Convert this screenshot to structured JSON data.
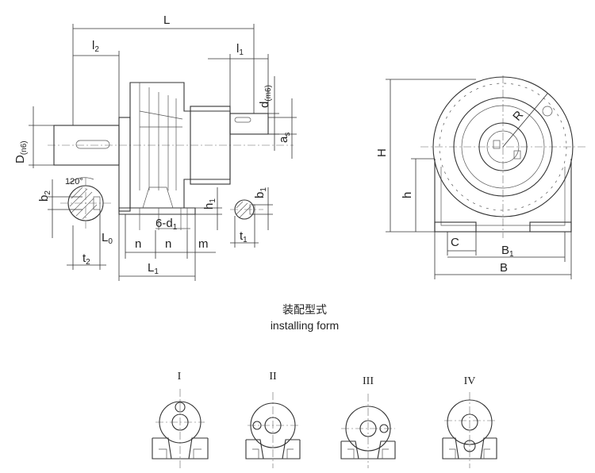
{
  "side_view": {
    "labels": {
      "L": "L",
      "l2": "l",
      "l2_sub": "2",
      "l1": "l",
      "l1_sub": "1",
      "D": "D",
      "D_sub": "(n6)",
      "d": "d",
      "d_sub": "(m6)",
      "as": "a",
      "as_sub": "s",
      "b2": "b",
      "b2_sub": "2",
      "angle": "120°",
      "h1": "h",
      "h1_sub": "1",
      "b1": "b",
      "b1_sub": "1",
      "bolt": "6-d",
      "bolt_sub": "1",
      "L0": "L",
      "L0_sub": "0",
      "n_left": "n",
      "n_right": "n",
      "m": "m",
      "t1": "t",
      "t1_sub": "1",
      "t2": "t",
      "t2_sub": "2",
      "L1": "L",
      "L1_sub": "1"
    }
  },
  "front_view": {
    "labels": {
      "H": "H",
      "R": "R",
      "h": "h",
      "C": "C",
      "B1": "B",
      "B1_sub": "1",
      "B": "B"
    }
  },
  "caption": {
    "chinese": "装配型式",
    "english": "installing form"
  },
  "mounting_forms": [
    "I",
    "II",
    "III",
    "IV"
  ]
}
